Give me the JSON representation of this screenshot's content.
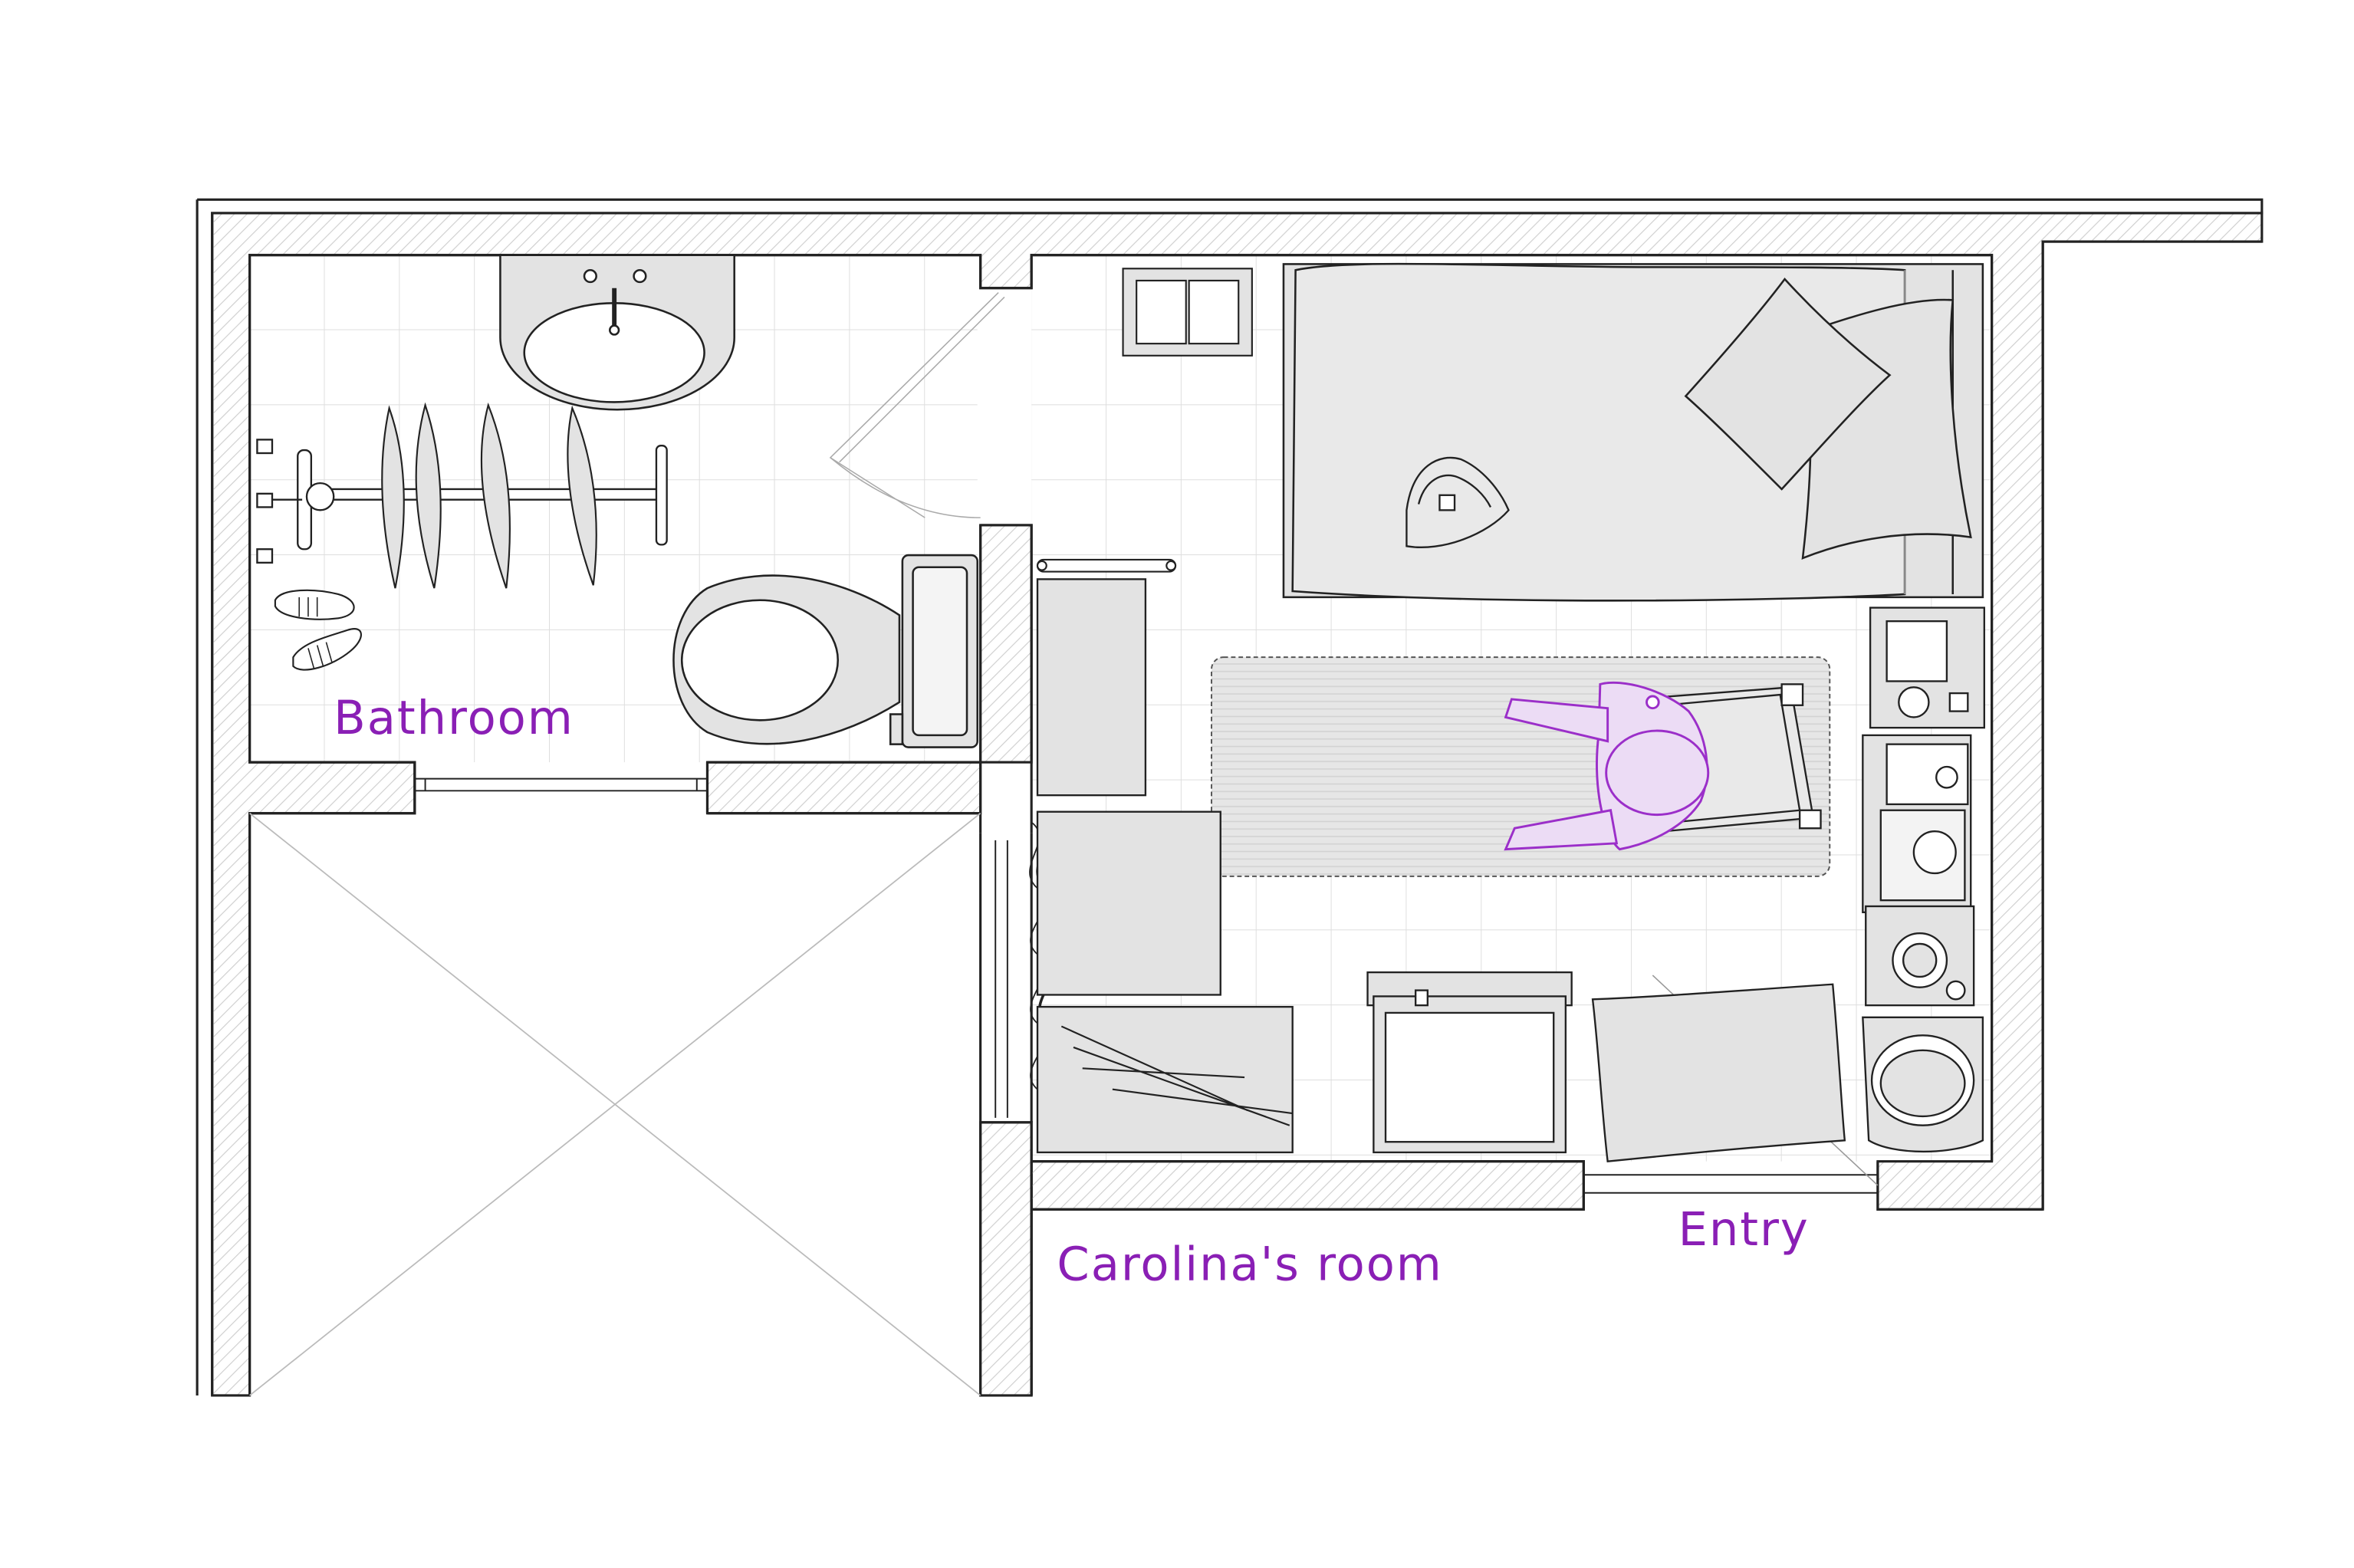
{
  "labels": {
    "bathroom": "Bathroom",
    "room": "Carolina's room",
    "entry": "Entry"
  },
  "colors": {
    "label": "#8a1fb5",
    "person_fill": "#ecdcf5",
    "person_stroke": "#9b2fc9",
    "furniture_fill": "#e3e3e3",
    "tile_line": "#dcdcdc",
    "wall_hatch": "#cfcfcf",
    "line": "#222222"
  }
}
